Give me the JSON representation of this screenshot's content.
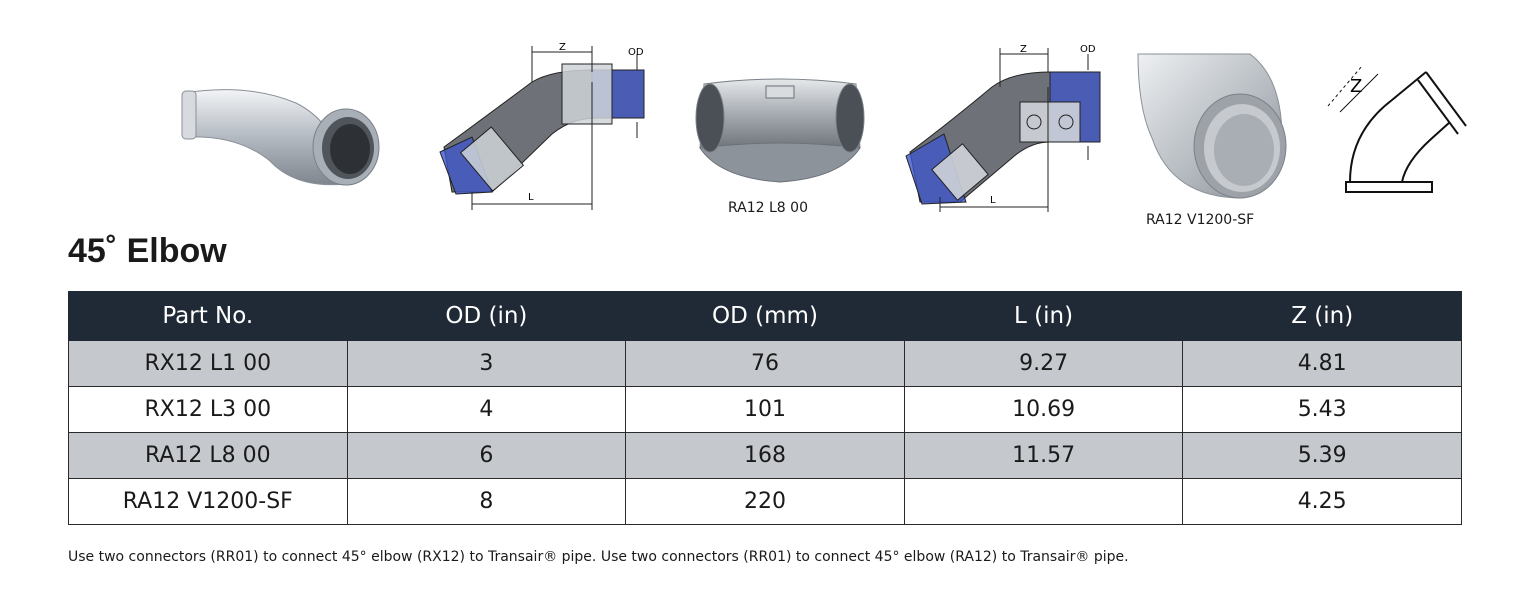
{
  "figures": {
    "diagram_labels": {
      "z": "Z",
      "od": "OD",
      "l": "L"
    },
    "captions": [
      "RA12 L8 00",
      "RA12 V1200-SF"
    ]
  },
  "title": "45˚ Elbow",
  "table": {
    "headers": [
      "Part No.",
      "OD (in)",
      "OD (mm)",
      "L (in)",
      "Z (in)"
    ],
    "rows": [
      [
        "RX12 L1 00",
        "3",
        "76",
        "9.27",
        "4.81"
      ],
      [
        "RX12 L3 00",
        "4",
        "101",
        "10.69",
        "5.43"
      ],
      [
        "RA12 L8 00",
        "6",
        "168",
        "11.57",
        "5.39"
      ],
      [
        "RA12 V1200-SF",
        "8",
        "220",
        "",
        "4.25"
      ]
    ]
  },
  "note": "Use two connectors (RR01) to connect 45° elbow (RX12) to Transair® pipe. Use two connectors (RR01) to connect 45° elbow (RA12) to Transair® pipe.",
  "colors": {
    "header_bg": "#1f2a36",
    "row_shade": "#c5c8cd",
    "diagram_blue": "#3f56c8"
  }
}
